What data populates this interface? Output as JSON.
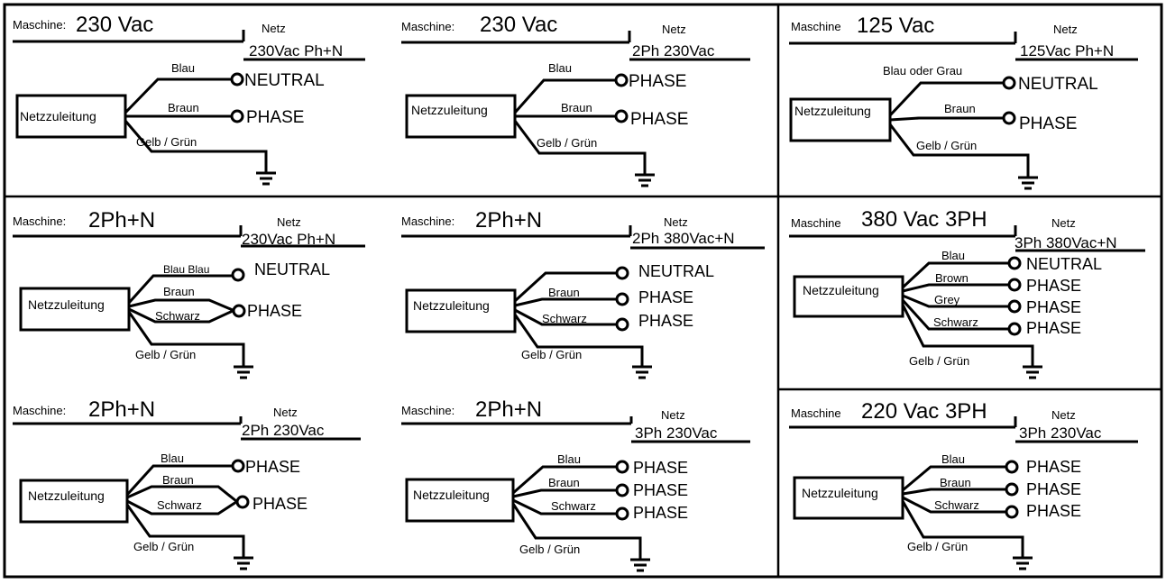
{
  "diagram": {
    "panels": [
      {
        "maschine_label": "Maschine:",
        "maschine_value": "230 Vac",
        "netz_label": "Netz",
        "netz_value": "230Vac Ph+N",
        "box_label": "Netzzuleitung",
        "wires": [
          {
            "label": "Blau",
            "terminal": "NEUTRAL"
          },
          {
            "label": "Braun",
            "terminal": "PHASE"
          }
        ],
        "ground_label": "Gelb / Grün"
      },
      {
        "maschine_label": "Maschine:",
        "maschine_value": "230 Vac",
        "netz_label": "Netz",
        "netz_value": "2Ph 230Vac",
        "box_label": "Netzzuleitung",
        "wires": [
          {
            "label": "Blau",
            "terminal": "PHASE"
          },
          {
            "label": "Braun",
            "terminal": "PHASE"
          }
        ],
        "ground_label": "Gelb / Grün"
      },
      {
        "maschine_label": "Maschine",
        "maschine_value": "125 Vac",
        "netz_label": "Netz",
        "netz_value": "125Vac Ph+N",
        "box_label": "Netzzuleitung",
        "wires": [
          {
            "label": "Blau oder Grau",
            "terminal": "NEUTRAL"
          },
          {
            "label": "Braun",
            "terminal": "PHASE"
          }
        ],
        "ground_label": "Gelb / Grün"
      },
      {
        "maschine_label": "Maschine:",
        "maschine_value": "2Ph+N",
        "netz_label": "Netz",
        "netz_value": "230Vac Ph+N",
        "box_label": "Netzzuleitung",
        "wires": [
          {
            "label": "Blau Blau",
            "terminal": "NEUTRAL"
          },
          {
            "label": "Braun",
            "terminal": ""
          },
          {
            "label": "Schwarz",
            "terminal": "PHASE"
          }
        ],
        "ground_label": "Gelb / Grün"
      },
      {
        "maschine_label": "Maschine:",
        "maschine_value": "2Ph+N",
        "netz_label": "Netz",
        "netz_value": "2Ph 380Vac+N",
        "box_label": "Netzzuleitung",
        "wires": [
          {
            "label": "",
            "terminal": "NEUTRAL"
          },
          {
            "label": "Braun",
            "terminal": "PHASE"
          },
          {
            "label": "Schwarz",
            "terminal": "PHASE"
          }
        ],
        "ground_label": "Gelb / Grün"
      },
      {
        "maschine_label": "Maschine",
        "maschine_value": "380 Vac 3PH",
        "netz_label": "Netz",
        "netz_value": "3Ph 380Vac+N",
        "box_label": "Netzzuleitung",
        "wires": [
          {
            "label": "Blau",
            "terminal": "NEUTRAL"
          },
          {
            "label": "Brown",
            "terminal": "PHASE"
          },
          {
            "label": "Grey",
            "terminal": "PHASE"
          },
          {
            "label": "Schwarz",
            "terminal": "PHASE"
          }
        ],
        "ground_label": "Gelb / Grün"
      },
      {
        "maschine_label": "Maschine:",
        "maschine_value": "2Ph+N",
        "netz_label": "Netz",
        "netz_value": "2Ph 230Vac",
        "box_label": "Netzzuleitung",
        "wires": [
          {
            "label": "Blau",
            "terminal": "PHASE"
          },
          {
            "label": "Braun",
            "terminal": ""
          },
          {
            "label": "Schwarz",
            "terminal": "PHASE"
          }
        ],
        "ground_label": "Gelb / Grün"
      },
      {
        "maschine_label": "Maschine:",
        "maschine_value": "2Ph+N",
        "netz_label": "Netz",
        "netz_value": "3Ph 230Vac",
        "box_label": "Netzzuleitung",
        "wires": [
          {
            "label": "Blau",
            "terminal": "PHASE"
          },
          {
            "label": "Braun",
            "terminal": "PHASE"
          },
          {
            "label": "Schwarz",
            "terminal": "PHASE"
          }
        ],
        "ground_label": "Gelb / Grün"
      },
      {
        "maschine_label": "Maschine",
        "maschine_value": "220 Vac 3PH",
        "netz_label": "Netz",
        "netz_value": "3Ph 230Vac",
        "box_label": "Netzzuleitung",
        "wires": [
          {
            "label": "Blau",
            "terminal": "PHASE"
          },
          {
            "label": "Braun",
            "terminal": "PHASE"
          },
          {
            "label": "Schwarz",
            "terminal": "PHASE"
          }
        ],
        "ground_label": "Gelb / Grün"
      }
    ]
  }
}
